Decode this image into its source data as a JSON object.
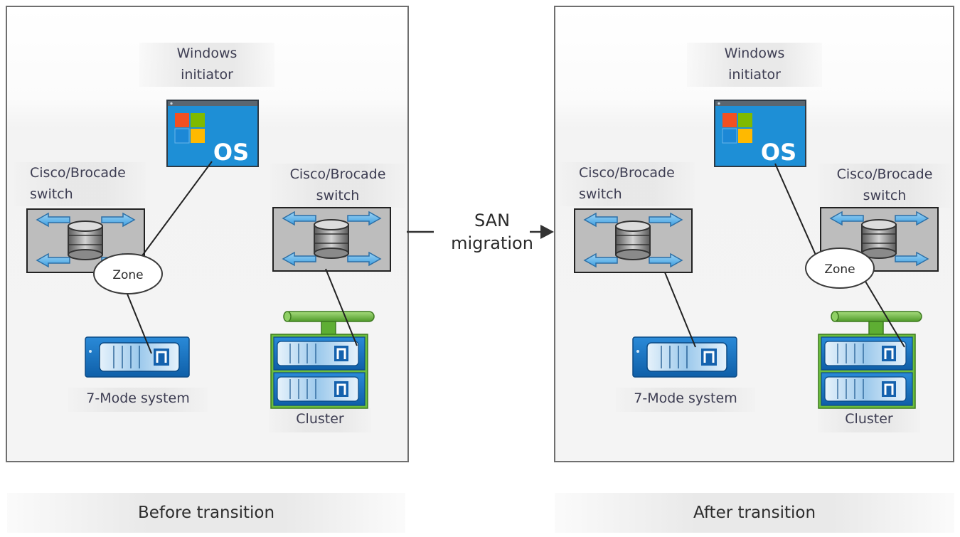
{
  "panels": [
    {
      "id": "before",
      "caption": "Before transition",
      "initiator_label": "Windows\ninitiator",
      "os_text": "OS",
      "switch_left_label": "Cisco/Brocade\nswitch",
      "switch_right_label": "Cisco/Brocade\nswitch",
      "zone_label": "Zone",
      "seven_mode_label": "7-Mode system",
      "cluster_label": "Cluster"
    },
    {
      "id": "after",
      "caption": "After transition",
      "initiator_label": "Windows\ninitiator",
      "os_text": "OS",
      "switch_left_label": "Cisco/Brocade\nswitch",
      "switch_right_label": "Cisco/Brocade\nswitch",
      "zone_label": "Zone",
      "seven_mode_label": "7-Mode system",
      "cluster_label": "Cluster"
    }
  ],
  "migration_label": "SAN\nmigration",
  "colors": {
    "windows_blue": "#1e8fd6",
    "storage_blue": "#1776c6",
    "cluster_green": "#6cbe3c",
    "arrow_blue": "#4aa8e6",
    "switch_fill": "#bdbdbd",
    "panel_border": "#6f6f6f"
  },
  "icons": [
    "windows-os-icon",
    "fc-switch-icon",
    "netapp-storage-icon",
    "cluster-storage-icon"
  ]
}
